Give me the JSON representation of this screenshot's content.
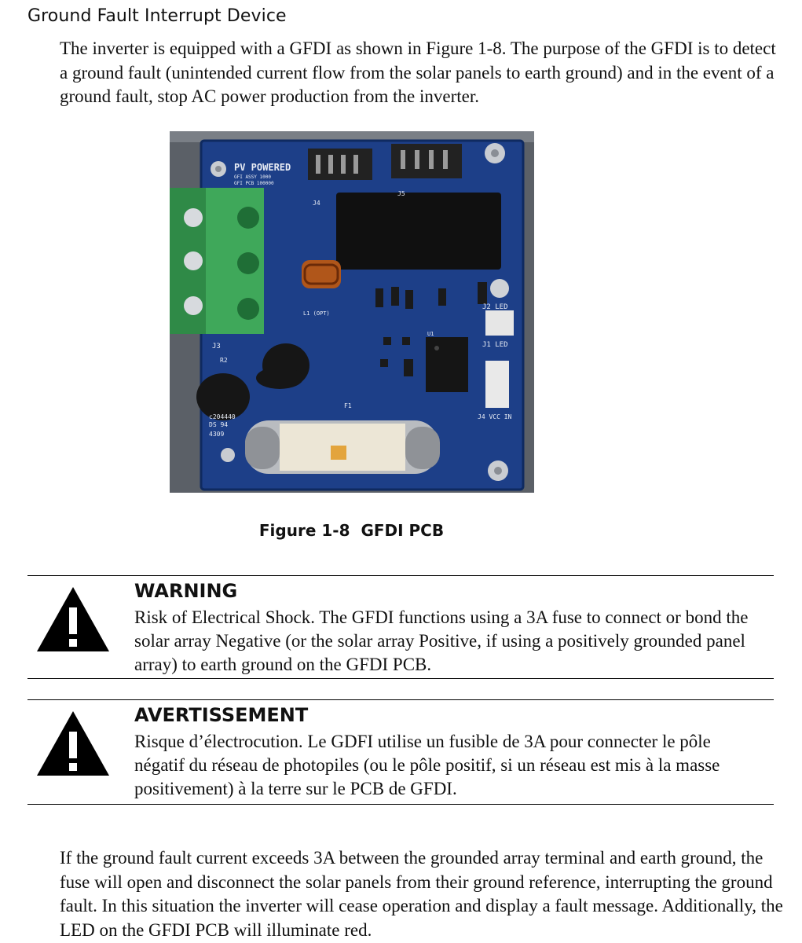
{
  "section": {
    "heading": "Ground Fault Interrupt Device",
    "intro": "The inverter is equipped with a GFDI as shown in Figure 1-8. The purpose of the GFDI is to detect a ground fault (unintended current flow from the solar panels to earth ground) and in the event of a ground fault, stop AC power production from the inverter."
  },
  "figure": {
    "number": "Figure 1-8",
    "title": "GFDI PCB",
    "board_labels": {
      "brand": "PV POWERED",
      "assy": "GFI ASSY 1000",
      "pcb": "GFI PCB 100000",
      "j4": "J4",
      "j5": "J5",
      "j3": "J3",
      "r2": "R2",
      "f1": "F1",
      "l1": "L1 (OPT)",
      "u1": "U1",
      "j2": "J2 LED",
      "j1": "J1 LED",
      "jx": "J4 VCC IN",
      "ds": "DS 94",
      "code": "c204440",
      "date": "4309"
    },
    "colors": {
      "board": "#1d3f88",
      "terminal": "#3fa85a",
      "background": "#5c6168"
    }
  },
  "warning": {
    "title": "WARNING",
    "text": "Risk of Electrical Shock. The GFDI functions using a 3A fuse to connect or bond the solar array Negative (or the solar array Positive, if using a positively grounded panel array) to earth ground on the GFDI PCB.",
    "icon": "warning-triangle-icon"
  },
  "avertissement": {
    "title": "AVERTISSEMENT",
    "text": "Risque d’électrocution. Le GDFI utilise un fusible de 3A pour connecter le pôle négatif du réseau de photopiles (ou le pôle positif, si un réseau est mis à la masse positivement) à la terre sur le PCB de GFDI.",
    "icon": "warning-triangle-icon"
  },
  "closing": {
    "text": "If the ground fault current exceeds 3A between the grounded array terminal and earth ground, the fuse will open and disconnect the solar panels from their ground reference, interrupting the ground fault. In this situation the inverter will cease operation and display a fault message. Additionally, the LED on the GFDI PCB will illuminate red."
  }
}
